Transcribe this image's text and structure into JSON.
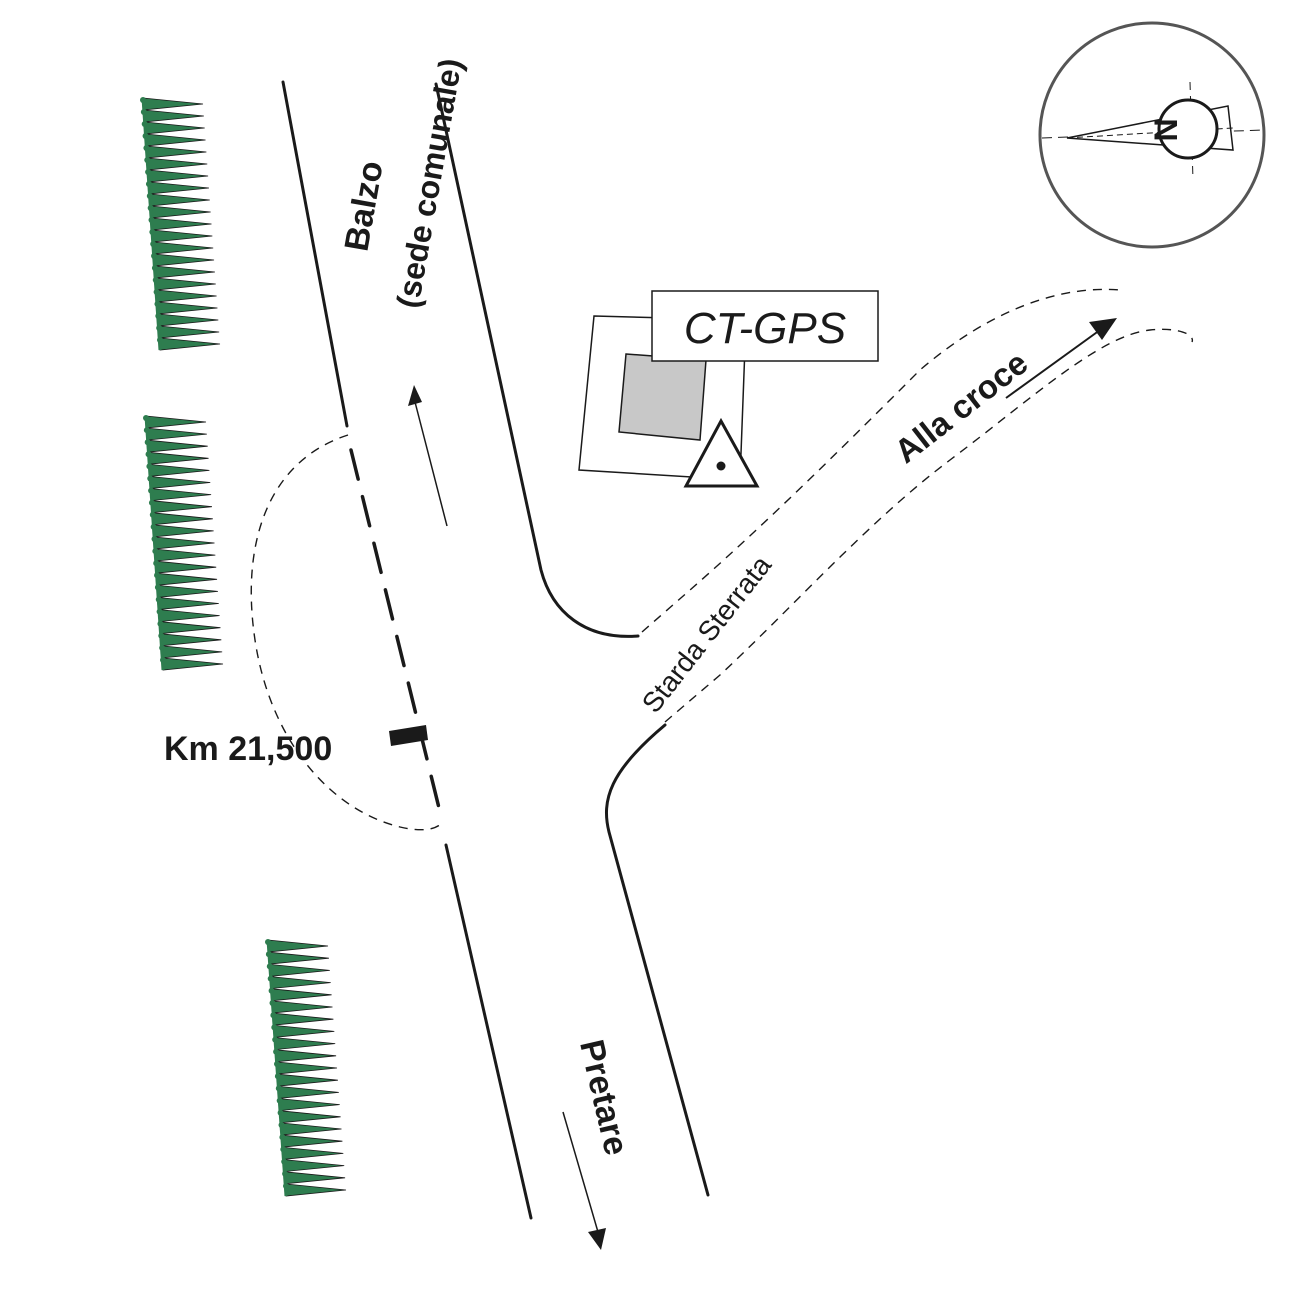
{
  "labels": {
    "north_road_1": "Balzo",
    "north_road_2": "(sede comunale)",
    "station": "CT-GPS",
    "dirt_road": "Starda Sterrata",
    "east_direction": "Alla croce",
    "south_road": "Pretare",
    "km_marker": "Km 21,500",
    "north_symbol": "N"
  },
  "colors": {
    "tree": "#2e7d4f",
    "building": "#c8c8c8",
    "line": "#1a1a1a",
    "compass_ring": "#555555"
  },
  "icons": {
    "station_marker": "triangle-with-dot-icon",
    "compass": "compass-rose-icon",
    "trees": "tree-row-icon"
  }
}
